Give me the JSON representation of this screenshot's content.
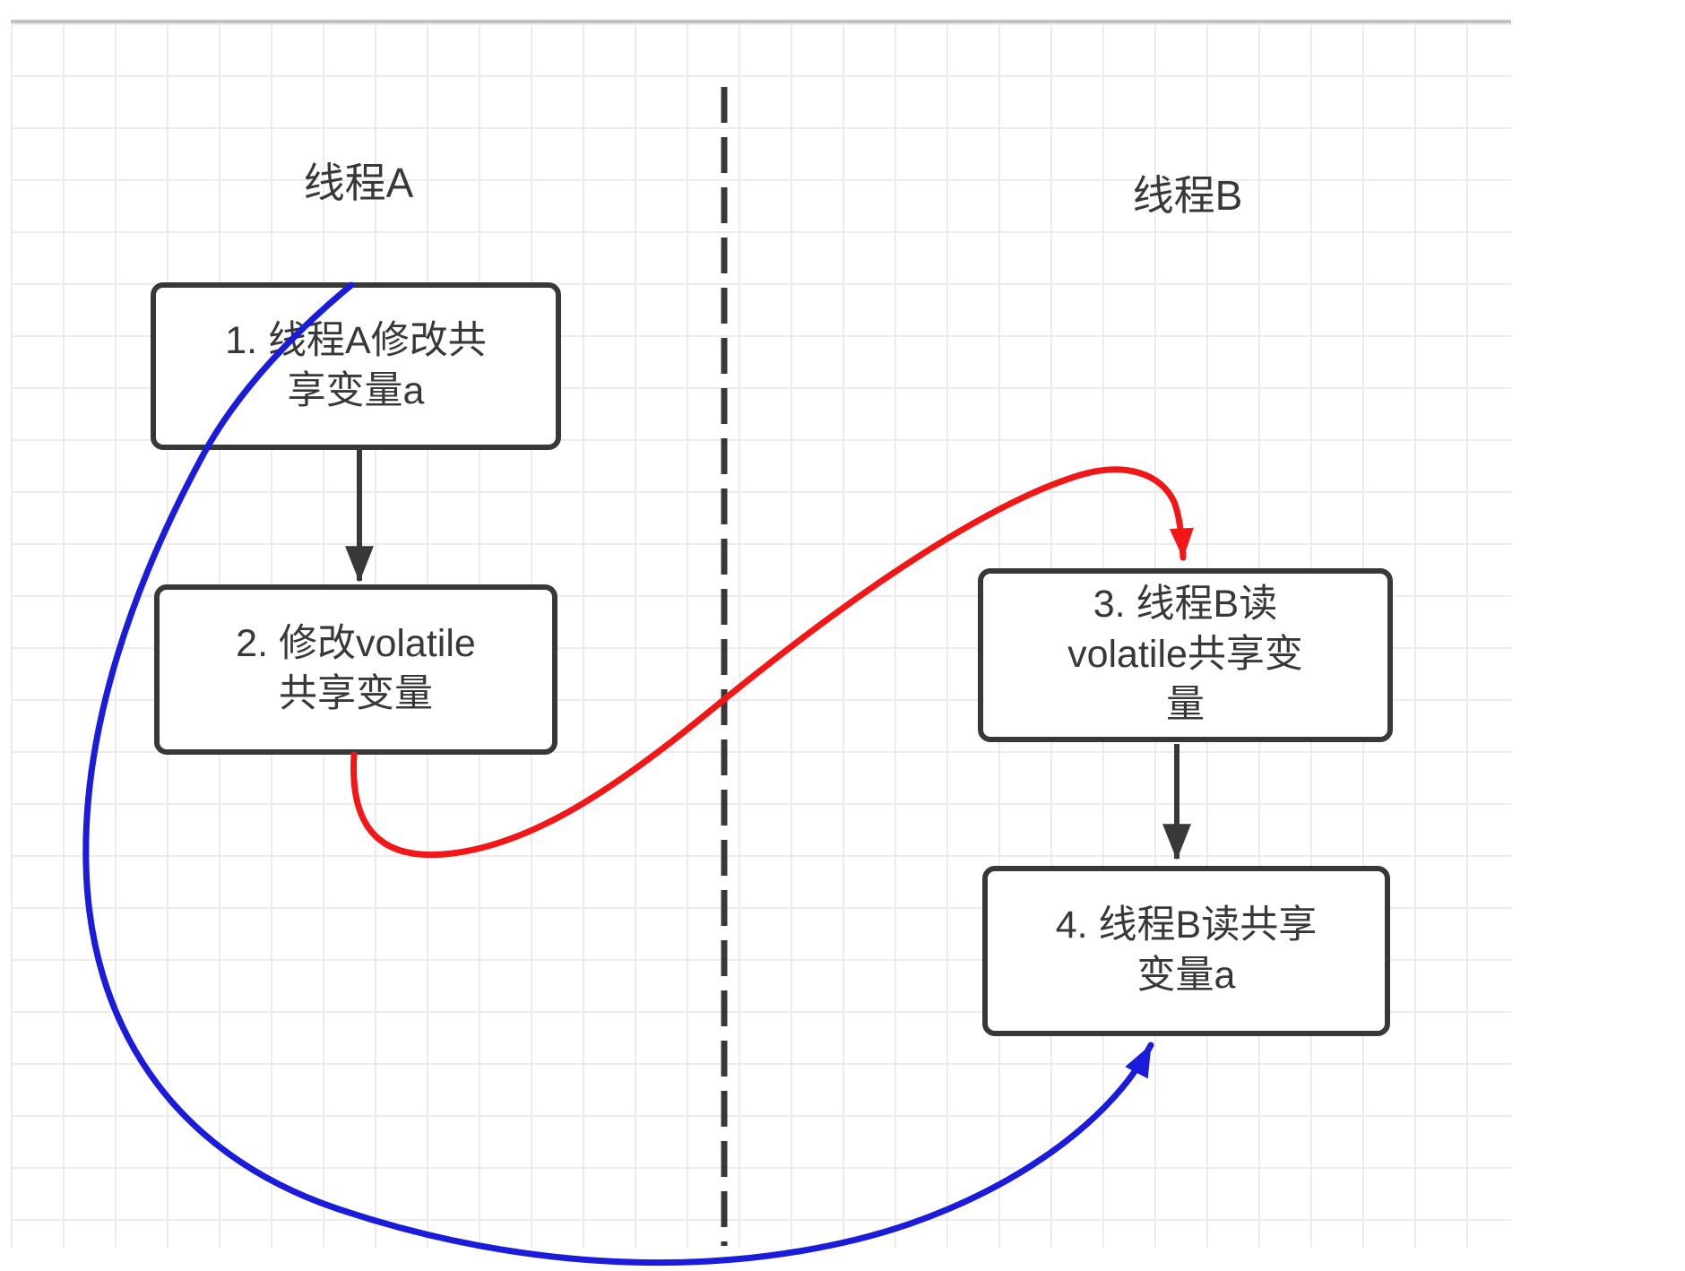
{
  "diagram": {
    "title_hint": "volatile happens-before flow between two threads",
    "lanes": [
      {
        "id": "thread-a",
        "label": "线程A"
      },
      {
        "id": "thread-b",
        "label": "线程B"
      }
    ],
    "nodes": [
      {
        "id": "node-1",
        "lane": "thread-a",
        "label": "1. 线程A修改共\n享变量a"
      },
      {
        "id": "node-2",
        "lane": "thread-a",
        "label": "2. 修改volatile\n共享变量"
      },
      {
        "id": "node-3",
        "lane": "thread-b",
        "label": "3. 线程B读\nvolatile共享变\n量"
      },
      {
        "id": "node-4",
        "lane": "thread-b",
        "label": "4. 线程B读共享\n变量a"
      }
    ],
    "edges": [
      {
        "id": "edge-1-2",
        "from": "node-1",
        "to": "node-2",
        "style": "straight-arrow",
        "color_key": "ink"
      },
      {
        "id": "edge-3-4",
        "from": "node-3",
        "to": "node-4",
        "style": "straight-arrow",
        "color_key": "ink"
      },
      {
        "id": "edge-2-3",
        "from": "node-2",
        "to": "node-3",
        "style": "curved-arrow",
        "color_key": "red"
      },
      {
        "id": "edge-1-4",
        "from": "node-1",
        "to": "node-4",
        "style": "curved-arrow",
        "color_key": "blue"
      }
    ],
    "divider": {
      "style": "vertical-dashed",
      "between": [
        "thread-a",
        "thread-b"
      ]
    }
  },
  "colors": {
    "ink": "#383838",
    "red": "#f21616",
    "blue": "#1b1bdc",
    "grid": "#ececec",
    "grid-strong": "#c2c2c2",
    "paper": "#ffffff"
  }
}
